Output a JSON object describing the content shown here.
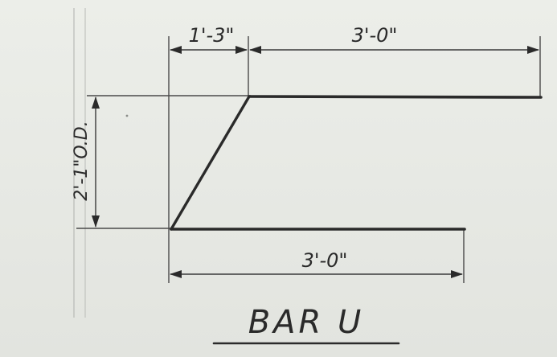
{
  "drawing": {
    "title": "BAR U",
    "dimensions": {
      "top_left": "1'-3\"",
      "top_right": "3'-0\"",
      "bottom": "3'-0\"",
      "vertical": "2'-1\"O.D."
    }
  }
}
